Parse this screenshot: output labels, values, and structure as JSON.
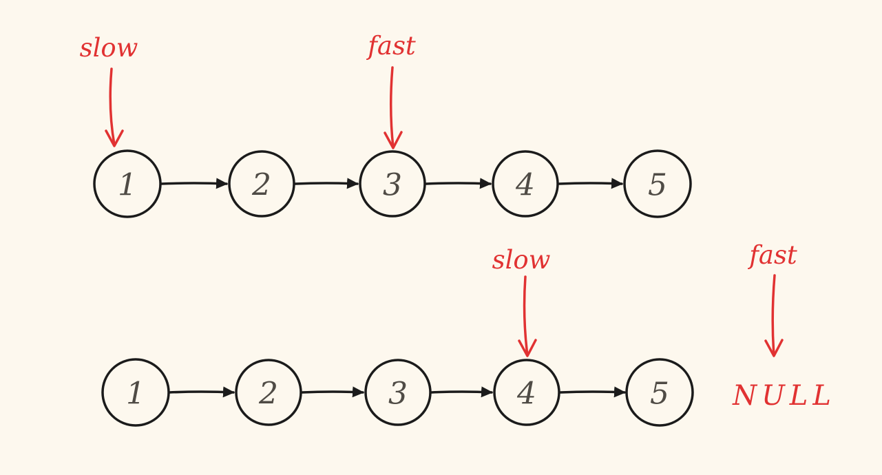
{
  "diagram": {
    "subject": "linked-list slow and fast pointers",
    "colors": {
      "background": "#fdf8ee",
      "node_stroke": "#1b1b1b",
      "node_text": "#4f4b45",
      "annotation_red": "#e13232"
    },
    "rows": [
      {
        "values": [
          "1",
          "2",
          "3",
          "4",
          "5"
        ],
        "pointers": [
          {
            "label": "slow",
            "points_to": "1"
          },
          {
            "label": "fast",
            "points_to": "3"
          }
        ]
      },
      {
        "values": [
          "1",
          "2",
          "3",
          "4",
          "5"
        ],
        "pointers": [
          {
            "label": "slow",
            "points_to": "4"
          },
          {
            "label": "fast",
            "points_to": "NULL"
          }
        ]
      }
    ],
    "labels": {
      "slow_top": "slow",
      "fast_top": "fast",
      "slow_bottom": "slow",
      "fast_right": "fast",
      "null": "NULL"
    }
  }
}
